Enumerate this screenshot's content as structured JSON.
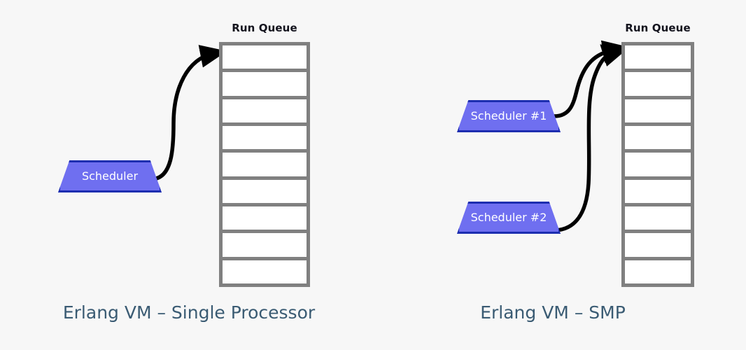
{
  "background_color": "#f7f7f7",
  "colors": {
    "scheduler_fill": "#6f6ff0",
    "scheduler_border": "#1d2eb0",
    "scheduler_text": "#ffffff",
    "queue_border": "#808080",
    "queue_cell_fill": "#ffffff",
    "arrow": "#000000",
    "caption_text": "#3a5b73",
    "queue_label_text": "#13131d"
  },
  "panels": [
    {
      "id": "single-processor",
      "caption": "Erlang VM – Single Processor",
      "queue": {
        "label": "Run Queue",
        "cell_count": 9
      },
      "schedulers": [
        {
          "label": "Scheduler"
        }
      ],
      "arrows": [
        {
          "from": "Scheduler",
          "to": "Run Queue",
          "arrowhead": "at-queue-top"
        }
      ]
    },
    {
      "id": "smp",
      "caption": "Erlang VM – SMP",
      "queue": {
        "label": "Run Queue",
        "cell_count": 9
      },
      "schedulers": [
        {
          "label": "Scheduler #1"
        },
        {
          "label": "Scheduler #2"
        }
      ],
      "arrows": [
        {
          "from": "Scheduler #1",
          "to": "Run Queue",
          "arrowhead": "at-queue-top"
        },
        {
          "from": "Scheduler #2",
          "to": "Run Queue",
          "arrowhead": "at-queue-top"
        }
      ]
    }
  ]
}
